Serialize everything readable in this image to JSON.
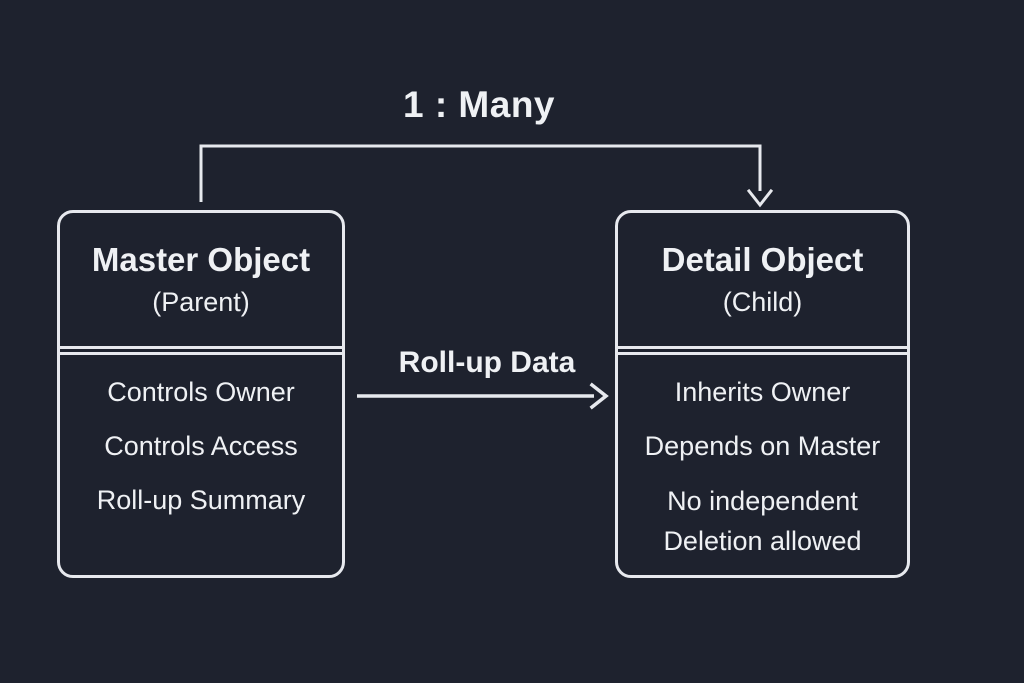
{
  "palette": {
    "background": "#1e222e",
    "line": "#e7e9ee",
    "text": "#eff1f4"
  },
  "relationship": {
    "cardinality_label": "1 : Many",
    "flow_label": "Roll-up Data"
  },
  "master_box": {
    "title": "Master Object",
    "subtitle": "(Parent)",
    "items": [
      "Controls Owner",
      "Controls Access",
      "Roll-up Summary"
    ]
  },
  "detail_box": {
    "title": "Detail Object",
    "subtitle": "(Child)",
    "items": [
      "Inherits Owner",
      "Depends on Master",
      "No independent\nDeletion allowed"
    ]
  }
}
